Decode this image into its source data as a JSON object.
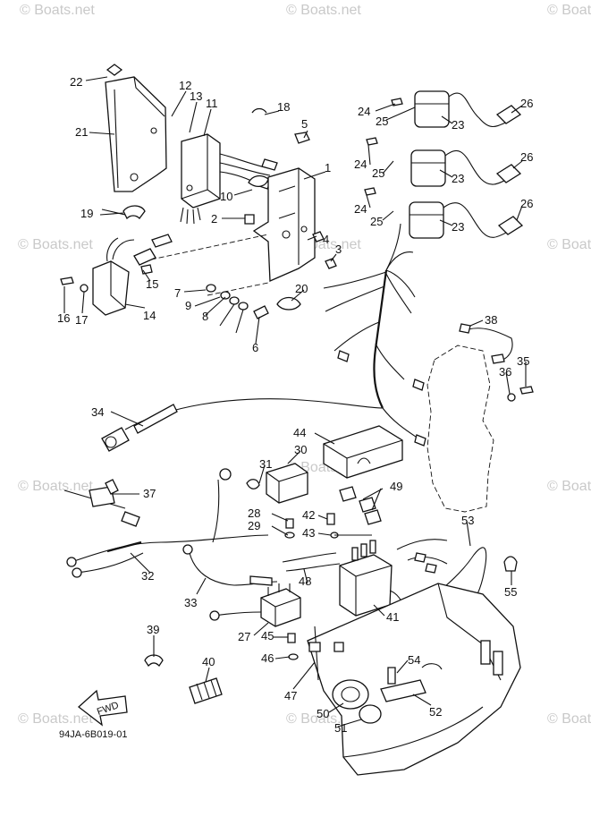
{
  "watermark": "© Boats.net",
  "diagram_code": "94JA-6B019-01",
  "fwd_label": "FWD",
  "callouts": [
    "1",
    "2",
    "3",
    "4",
    "5",
    "6",
    "7",
    "8",
    "9",
    "10",
    "11",
    "12",
    "13",
    "14",
    "15",
    "16",
    "17",
    "18",
    "19",
    "20",
    "21",
    "22",
    "23",
    "24",
    "25",
    "26",
    "27",
    "28",
    "29",
    "30",
    "31",
    "32",
    "33",
    "34",
    "35",
    "36",
    "37",
    "38",
    "39",
    "40",
    "41",
    "42",
    "43",
    "44",
    "45",
    "46",
    "47",
    "48",
    "49",
    "50",
    "51",
    "52",
    "53",
    "54",
    "55"
  ]
}
